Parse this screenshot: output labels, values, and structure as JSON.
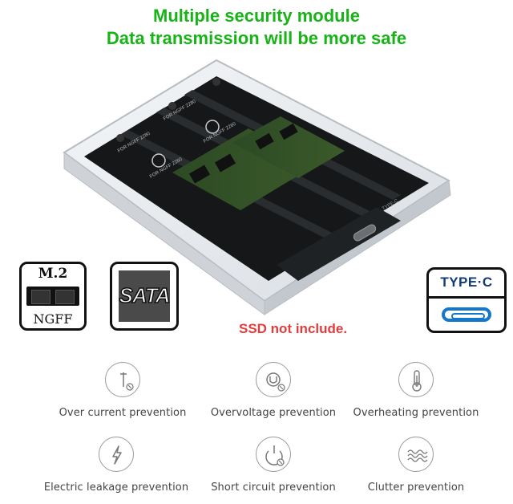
{
  "headline": {
    "line1": "Multiple security module",
    "line2": "Data transmission will be more safe"
  },
  "badges": {
    "m2_top": "M.2",
    "m2_bottom": "NGFF",
    "sata": "SATA",
    "typec": "TYPE·C"
  },
  "product": {
    "slot_label_1": "FOR NGFF 2280",
    "slot_label_2": "FOR NGFF 2280",
    "slot_label_3": "FOR NGFF 2260",
    "slot_label_4": "FOR NGFF 2260",
    "port_label": "TYPE-C"
  },
  "note": "SSD not include.",
  "features": [
    {
      "label": "Over current prevention",
      "icon": "over-current-icon"
    },
    {
      "label": "Overvoltage prevention",
      "icon": "overvoltage-icon"
    },
    {
      "label": "Overheating prevention",
      "icon": "thermometer-icon"
    },
    {
      "label": "Electric leakage prevention",
      "icon": "lightning-icon"
    },
    {
      "label": "Short circuit prevention",
      "icon": "short-circuit-icon"
    },
    {
      "label": "Clutter prevention",
      "icon": "wave-icon"
    }
  ],
  "colors": {
    "headline": "#17b317",
    "note": "#e23c3c",
    "typec_text": "#123a78",
    "typec_port": "#1477c9"
  }
}
